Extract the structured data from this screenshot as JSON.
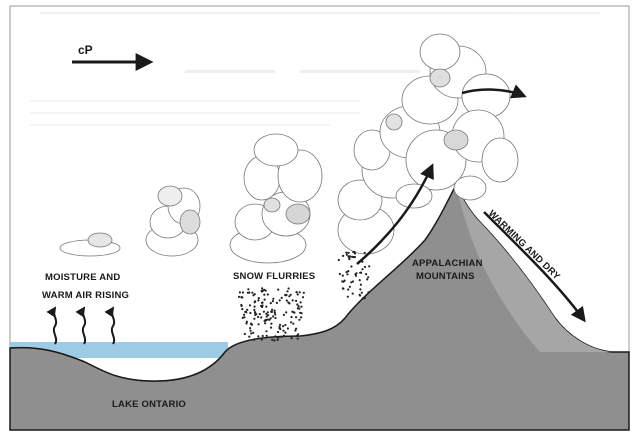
{
  "diagram": {
    "airmass_label": "cP",
    "labels": {
      "moisture_line1": "MOISTURE AND",
      "moisture_line2": "WARM AIR RISING",
      "snow": "SNOW FLURRIES",
      "mountains_line1": "APPALACHIAN",
      "mountains_line2": "MOUNTAINS",
      "warming": "WARMING AND DRY",
      "lake": "LAKE ONTARIO"
    },
    "colors": {
      "ground": "#8f8f8f",
      "water": "#9ccbe6",
      "outline": "#1a1a1a",
      "cloud_shadow": "#c9c9c9"
    }
  }
}
